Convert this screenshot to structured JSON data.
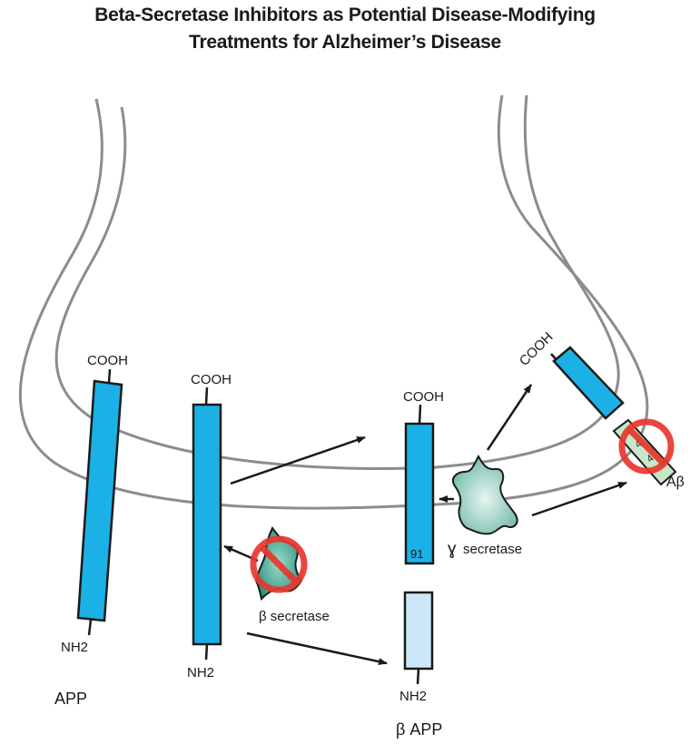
{
  "title": {
    "line1": "Beta-Secretase Inhibitors as Potential Disease-Modifying",
    "line2": "Treatments for Alzheimer’s Disease"
  },
  "colors": {
    "membrane": "#8c8c8c",
    "protein_fill": "#1bb1e6",
    "fragment_light_fill": "#cce8f8",
    "abeta_fill": "#c8e6c8",
    "enzyme_fill": "#5fb8a8",
    "inhibit_red": "#e8362e",
    "outline": "#1a1a1a"
  },
  "labels": {
    "app_cooh": "COOH",
    "app_nh2": "NH2",
    "app_name": "APP",
    "app2_cooh": "COOH",
    "app2_nh2": "NH2",
    "c99_cooh": "COOH",
    "c99_number": "91",
    "bapp_nh2": "NH2",
    "bapp_name": "β APP",
    "aicd_cooh": "COOH",
    "abeta_name": "Aβ",
    "abeta_inner": "4",
    "beta_secretase": "β secretase",
    "gamma_secretase_symbol": "ɣ",
    "gamma_secretase": "secretase"
  }
}
